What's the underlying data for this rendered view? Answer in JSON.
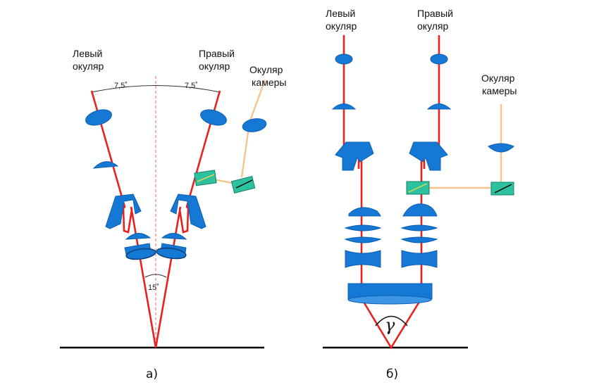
{
  "diagram_a": {
    "label_left_line1": "Левый",
    "label_left_line2": "окуляр",
    "label_right_line1": "Правый",
    "label_right_line2": "окуляр",
    "label_camera_line1": "Окуляр",
    "label_camera_line2": "камеры",
    "angle_left": "7,5˚",
    "angle_right": "7,5˚",
    "angle_bottom": "15˚",
    "caption": "а)"
  },
  "diagram_b": {
    "label_left_line1": "Левый",
    "label_left_line2": "окуляр",
    "label_right_line1": "Правый",
    "label_right_line2": "окуляр",
    "label_camera_line1": "Окуляр",
    "label_camera_line2": "камеры",
    "angle_symbol": "γ",
    "caption": "б)"
  },
  "colors": {
    "ray": "#e8221f",
    "lens": "#1478d4",
    "camera_ray": "#f6c48a",
    "splitter": "#2cc29f"
  }
}
